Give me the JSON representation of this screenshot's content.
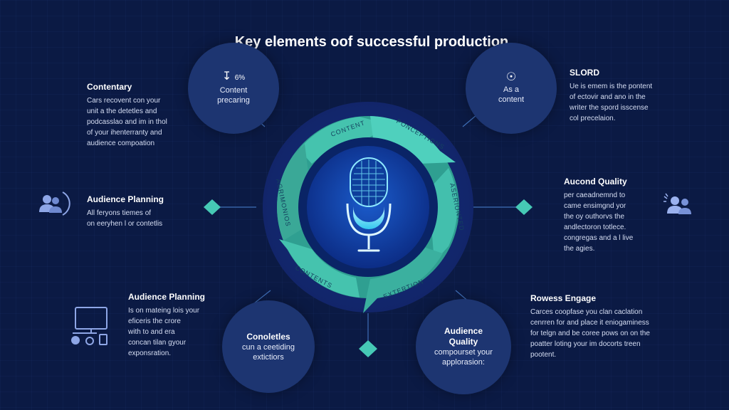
{
  "title": "Key elements oof successful production",
  "ring_labels": [
    "CONTENT",
    "PONCEPTIONS",
    "ASERIONTED",
    "EXTERTION",
    "CONTENTS",
    "AGRIMONIOS"
  ],
  "bubbles": {
    "top_left": {
      "icon": "microphone-icon",
      "icon_text": "6%",
      "text": "Content\nprecaring"
    },
    "top_right": {
      "icon": "target-icon",
      "text": "As a\ncontent"
    },
    "bottom_left": {
      "title": "Conoletles",
      "text": "cun a ceetiding\nextictiors"
    },
    "bottom_right": {
      "title": "Audience\nQuality",
      "text": "compourset your\napplorasion:"
    }
  },
  "blocks": {
    "contentary": {
      "title": "Contentary",
      "text": "Cars recovent con your\nunit a the detetles and\npodcasslao and im in thol\nof your ihenterranty and\naudience compoation"
    },
    "slord": {
      "title": "SLORD",
      "text": "Ue is emem is the pontent\nof ectovir and ano in the\nwriter the spord isscense\ncol precelaion."
    },
    "audience_planning_1": {
      "title": "Audience Planning",
      "text": "All feryons tiemes of\non eeryhen l or contetlis"
    },
    "aucond_quality": {
      "title": "Aucond Quality",
      "text": "per caeadnemnd to\ncame ensimgnd yor\nthe oy outhorvs the\nandlectoron totlece.\ncongregas and a l live\nthe agies."
    },
    "audience_planning_2": {
      "title": "Audience Planning",
      "text": "Is on mateing lois your\neficeris the crore\nwith to and era\nconcan tilan gyour\nexponsration."
    },
    "rowess_engage": {
      "title": "Rowess Engage",
      "text": "Carces coopfase you clan caclation\ncenrren for and place it eniogaminess\nfor telgn and be coree pows on on the\npoatter loting your im docorts treen\npootent."
    }
  },
  "colors": {
    "background": "#0b1a44",
    "bubble": "#1d3571",
    "ring_teal": "#3fb9a4",
    "ring_light": "#4fd0bd",
    "center": "#0f3c9a",
    "mic": "#4ed8f4"
  }
}
